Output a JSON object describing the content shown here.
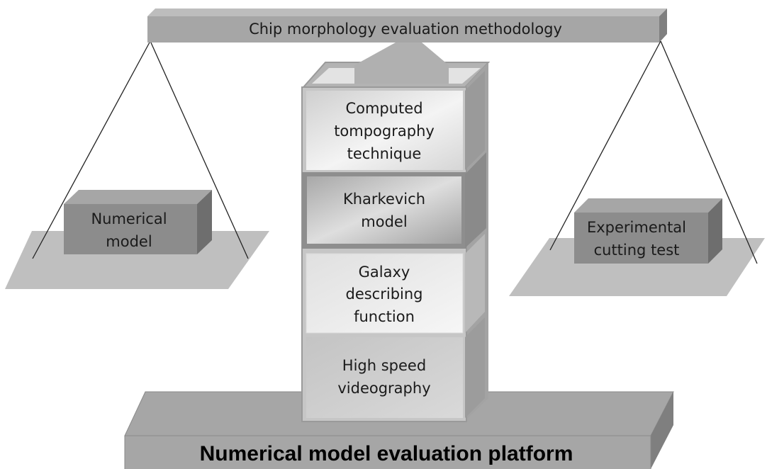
{
  "beam": {
    "label": "Chip morphology evaluation methodology"
  },
  "left_pan": {
    "box_line1": "Numerical",
    "box_line2": "model"
  },
  "right_pan": {
    "box_line1": "Experimental",
    "box_line2": "cutting test"
  },
  "stack": [
    {
      "line1": "Computed",
      "line2": "tompography",
      "line3": "technique"
    },
    {
      "line1": "Kharkevich",
      "line2": "model"
    },
    {
      "line1": "Galaxy",
      "line2": "describing",
      "line3": "function"
    },
    {
      "line1": "High speed",
      "line2": "videography"
    }
  ],
  "platform": {
    "label": "Numerical model evaluation platform"
  },
  "colors": {
    "beam": "#a6a6a6",
    "pan": "#bfbfbf",
    "box": "#8c8c8c",
    "platform": "#a6a6a6"
  }
}
